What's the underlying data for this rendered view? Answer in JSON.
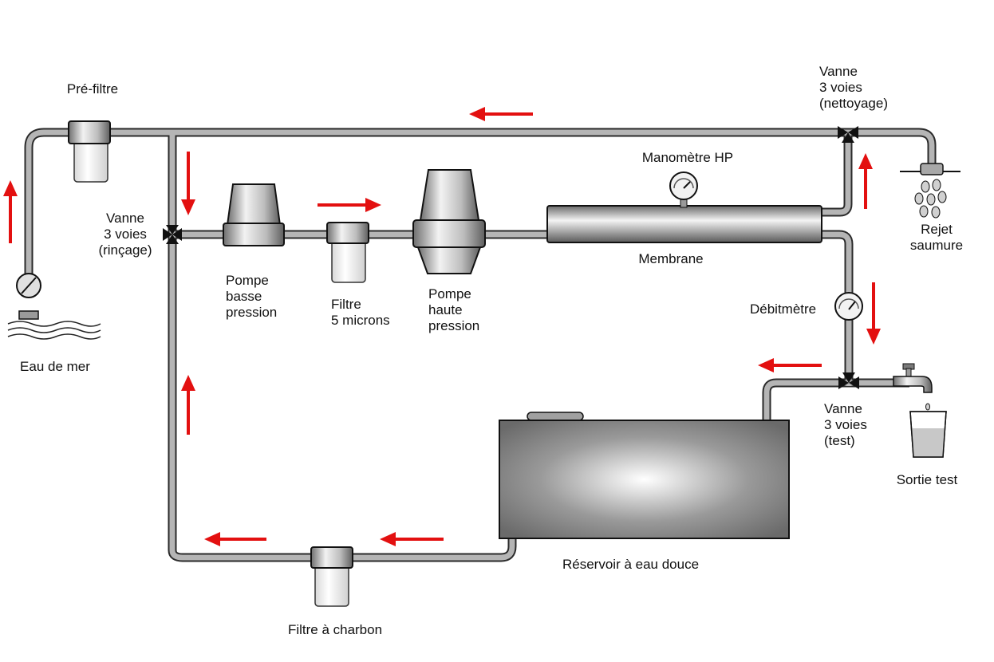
{
  "labels": {
    "pre_filter": "Pré-filtre",
    "sea_water": "Eau de mer",
    "valve_rinse": [
      "Vanne",
      "3 voies",
      "(rinçage)"
    ],
    "valve_clean": [
      "Vanne",
      "3 voies",
      "(nettoyage)"
    ],
    "valve_test": [
      "Vanne",
      "3 voies",
      "(test)"
    ],
    "low_pump": [
      "Pompe",
      "basse",
      "pression"
    ],
    "filter_5": [
      "Filtre",
      "5 microns"
    ],
    "high_pump": [
      "Pompe",
      "haute",
      "pression"
    ],
    "hp_gauge": "Manomètre HP",
    "membrane": "Membrane",
    "brine": [
      "Rejet",
      "saumure"
    ],
    "flowmeter": "Débitmètre",
    "test_output": "Sortie test",
    "tank": "Réservoir à eau douce",
    "carbon_filter": "Filtre à charbon"
  },
  "colors": {
    "pipe": "#b5b5b5",
    "pipe_outline": "#2a2a2a",
    "arrow": "#e31010",
    "valve": "#111111",
    "text": "#111111"
  }
}
